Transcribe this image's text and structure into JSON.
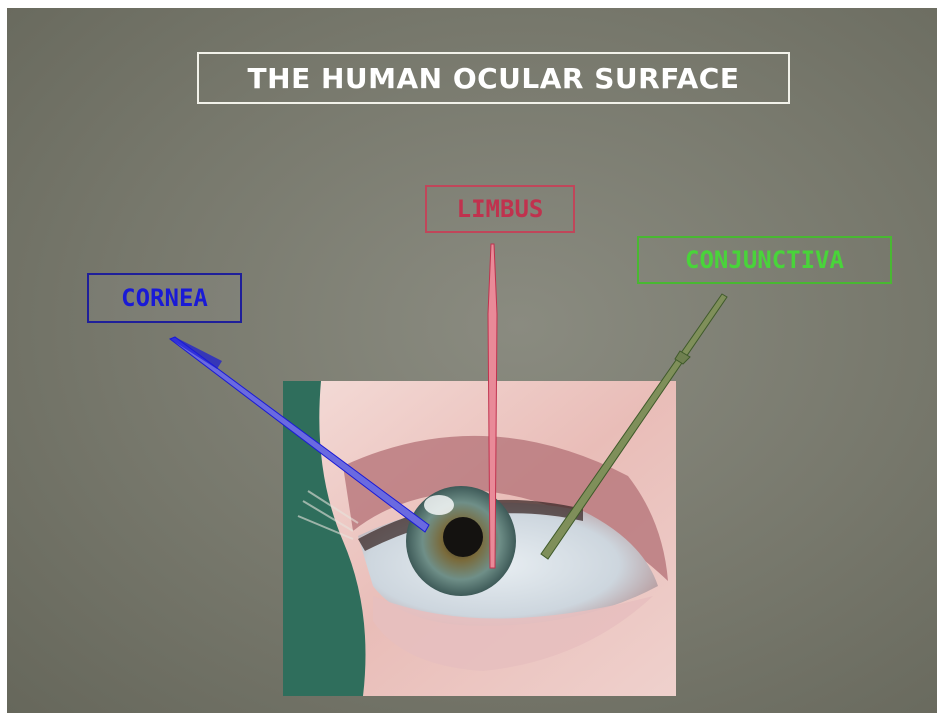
{
  "title": "THE HUMAN OCULAR SURFACE",
  "labels": {
    "limbus": "LIMBUS",
    "cornea": "CORNEA",
    "conjunctiva": "CONJUNCTIVA"
  },
  "colors": {
    "background": "#77786c",
    "limbus": "#c0324e",
    "cornea": "#1a1ad6",
    "conjunctiva": "#49d43a",
    "title": "#ffffff"
  },
  "icons": {
    "photo": "eye-closeup-photo"
  }
}
